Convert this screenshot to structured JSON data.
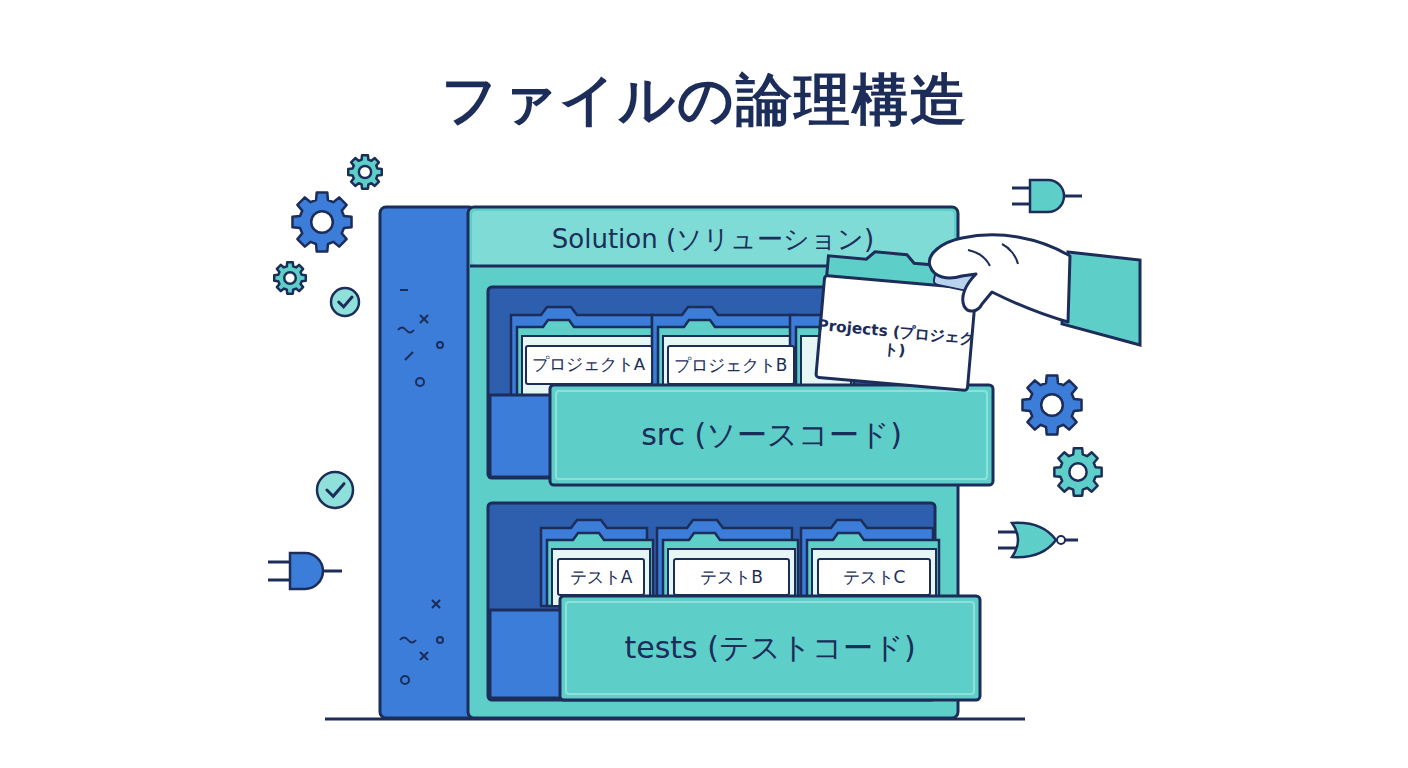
{
  "diagram": {
    "title": "ファイルの論理構造",
    "nodes": [
      {
        "text": [
          "Solution (ソリューション)"
        ]
      },
      {
        "text": [
          "src (ソースコード)"
        ],
        "in": 0
      },
      {
        "text": [
          "プロジェクトA"
        ],
        "in": 1
      },
      {
        "text": [
          "プロジェクトB"
        ],
        "in": 1
      },
      {
        "text": [
          "Projects (プロジェクト)"
        ],
        "in": 1
      },
      {
        "text": [
          "tests (テストコード)"
        ],
        "in": 0
      },
      {
        "text": [
          "テストA"
        ],
        "in": 5
      },
      {
        "text": [
          "テストB"
        ],
        "in": 5
      },
      {
        "text": [
          "テストC"
        ],
        "in": 5
      }
    ]
  }
}
